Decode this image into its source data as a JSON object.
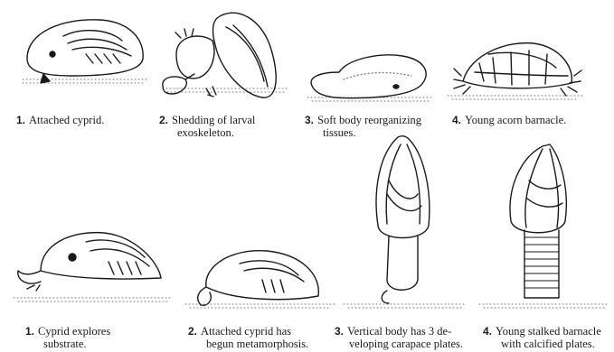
{
  "figure": {
    "top_row": [
      {
        "number": "1.",
        "line1": "Attached cyprid.",
        "line2": "",
        "icon": "attached-cyprid-drawing"
      },
      {
        "number": "2.",
        "line1": "Shedding of larval",
        "line2": "exoskeleton.",
        "icon": "molting-cyprid-drawing"
      },
      {
        "number": "3.",
        "line1": "Soft body reorganizing",
        "line2": "tissues.",
        "icon": "soft-body-drawing"
      },
      {
        "number": "4.",
        "line1": "Young acorn barnacle.",
        "line2": "",
        "icon": "acorn-barnacle-drawing"
      }
    ],
    "bottom_row": [
      {
        "number": "1.",
        "line1": "Cyprid explores",
        "line2": "substrate.",
        "icon": "exploring-cyprid-drawing"
      },
      {
        "number": "2.",
        "line1": "Attached cyprid has",
        "line2": "begun metamorphosis.",
        "icon": "metamorphosing-cyprid-drawing"
      },
      {
        "number": "3.",
        "line1": "Vertical body has 3 de-",
        "line2": "veloping carapace plates.",
        "icon": "vertical-body-drawing"
      },
      {
        "number": "4.",
        "line1": "Young stalked barnacle",
        "line2": "with calcified plates.",
        "icon": "stalked-barnacle-drawing"
      }
    ]
  },
  "colors": {
    "ink": "#1a1a1a",
    "background": "#ffffff",
    "stipple": "#555555"
  }
}
